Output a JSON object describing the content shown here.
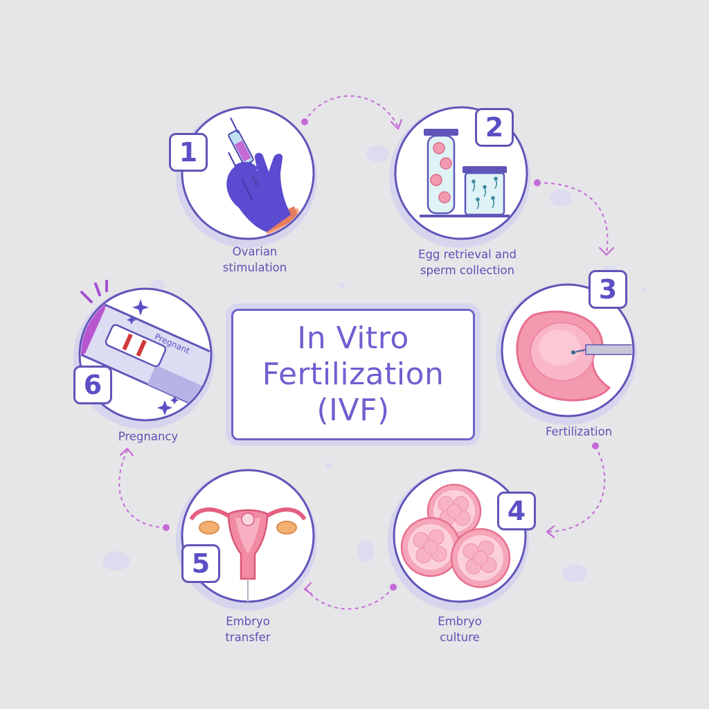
{
  "title": "In Vitro\nFertilization\n(IVF)",
  "colors": {
    "background": "#e6e5e8",
    "accent": "#6f5fd0",
    "circle_border": "#5f55b8",
    "halo": "#d7d5ee",
    "pink": "#f2a3b8",
    "arrow": "#c46ad6"
  },
  "steps": [
    {
      "number": "1",
      "label": "Ovarian\nstimulation",
      "icon": "syringe-glove-icon"
    },
    {
      "number": "2",
      "label": "Egg retrieval and\nsperm collection",
      "icon": "test-tubes-icon"
    },
    {
      "number": "3",
      "label": "Fertilization",
      "icon": "egg-injection-icon"
    },
    {
      "number": "4",
      "label": "Embryo\nculture",
      "icon": "embryo-cells-icon"
    },
    {
      "number": "5",
      "label": "Embryo\ntransfer",
      "icon": "uterus-icon"
    },
    {
      "number": "6",
      "label": "Pregnancy",
      "icon": "pregnancy-test-icon",
      "test_text": "Pregnant"
    }
  ]
}
